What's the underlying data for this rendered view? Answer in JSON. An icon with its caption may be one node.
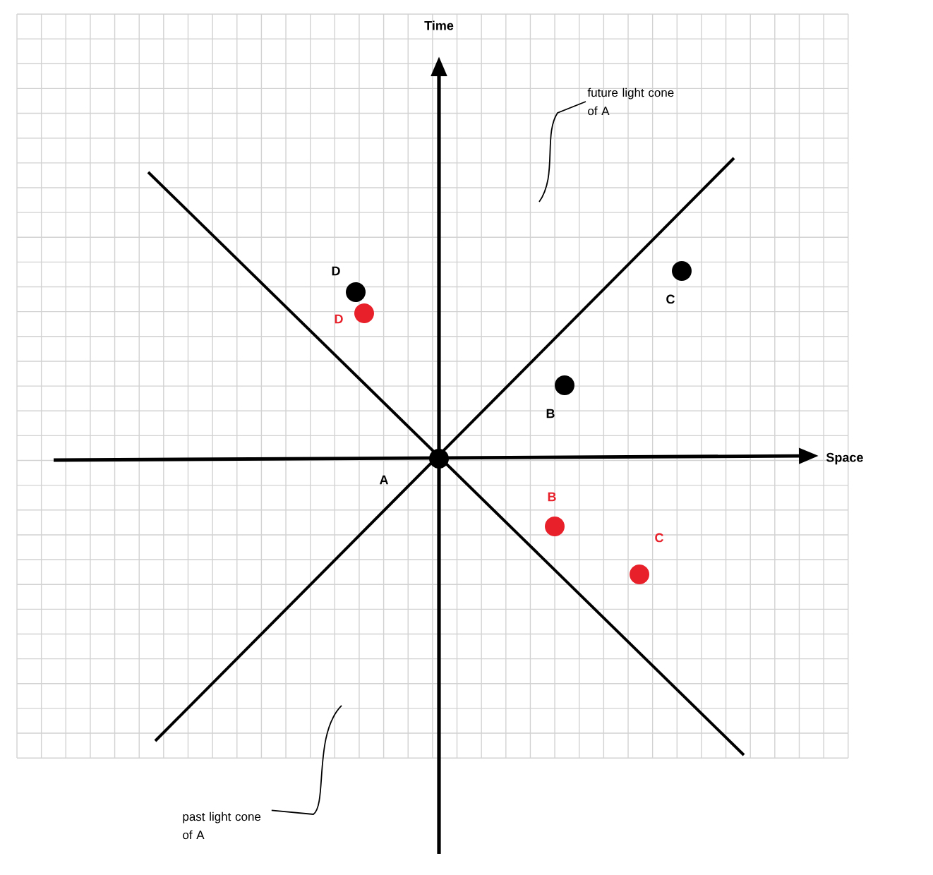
{
  "diagram": {
    "nodes": [
      {
        "text": [
          "future light cone of A"
        ]
      },
      {
        "text": [],
        "shape": "circle",
        "beside": [
          "D"
        ]
      },
      {
        "text": [],
        "shape": "circle",
        "beside": [
          "D"
        ]
      },
      {
        "text": [],
        "shape": "circle",
        "beside": [
          "C"
        ]
      },
      {
        "text": [],
        "shape": "circle",
        "beside": [
          "B"
        ]
      },
      {
        "text": [],
        "shape": "circle",
        "beside": [
          "A"
        ]
      },
      {
        "text": [],
        "shape": "circle",
        "beside": [
          "B"
        ]
      },
      {
        "text": [],
        "shape": "circle",
        "beside": [
          "C"
        ]
      },
      {
        "text": [
          "past light cone of A"
        ]
      }
    ],
    "edges": [
      {
        "from": 0,
        "to": null,
        "arrow": "none"
      },
      {
        "from": 8,
        "to": null,
        "arrow": "none"
      }
    ],
    "labels": [
      "Time",
      "Space"
    ]
  }
}
